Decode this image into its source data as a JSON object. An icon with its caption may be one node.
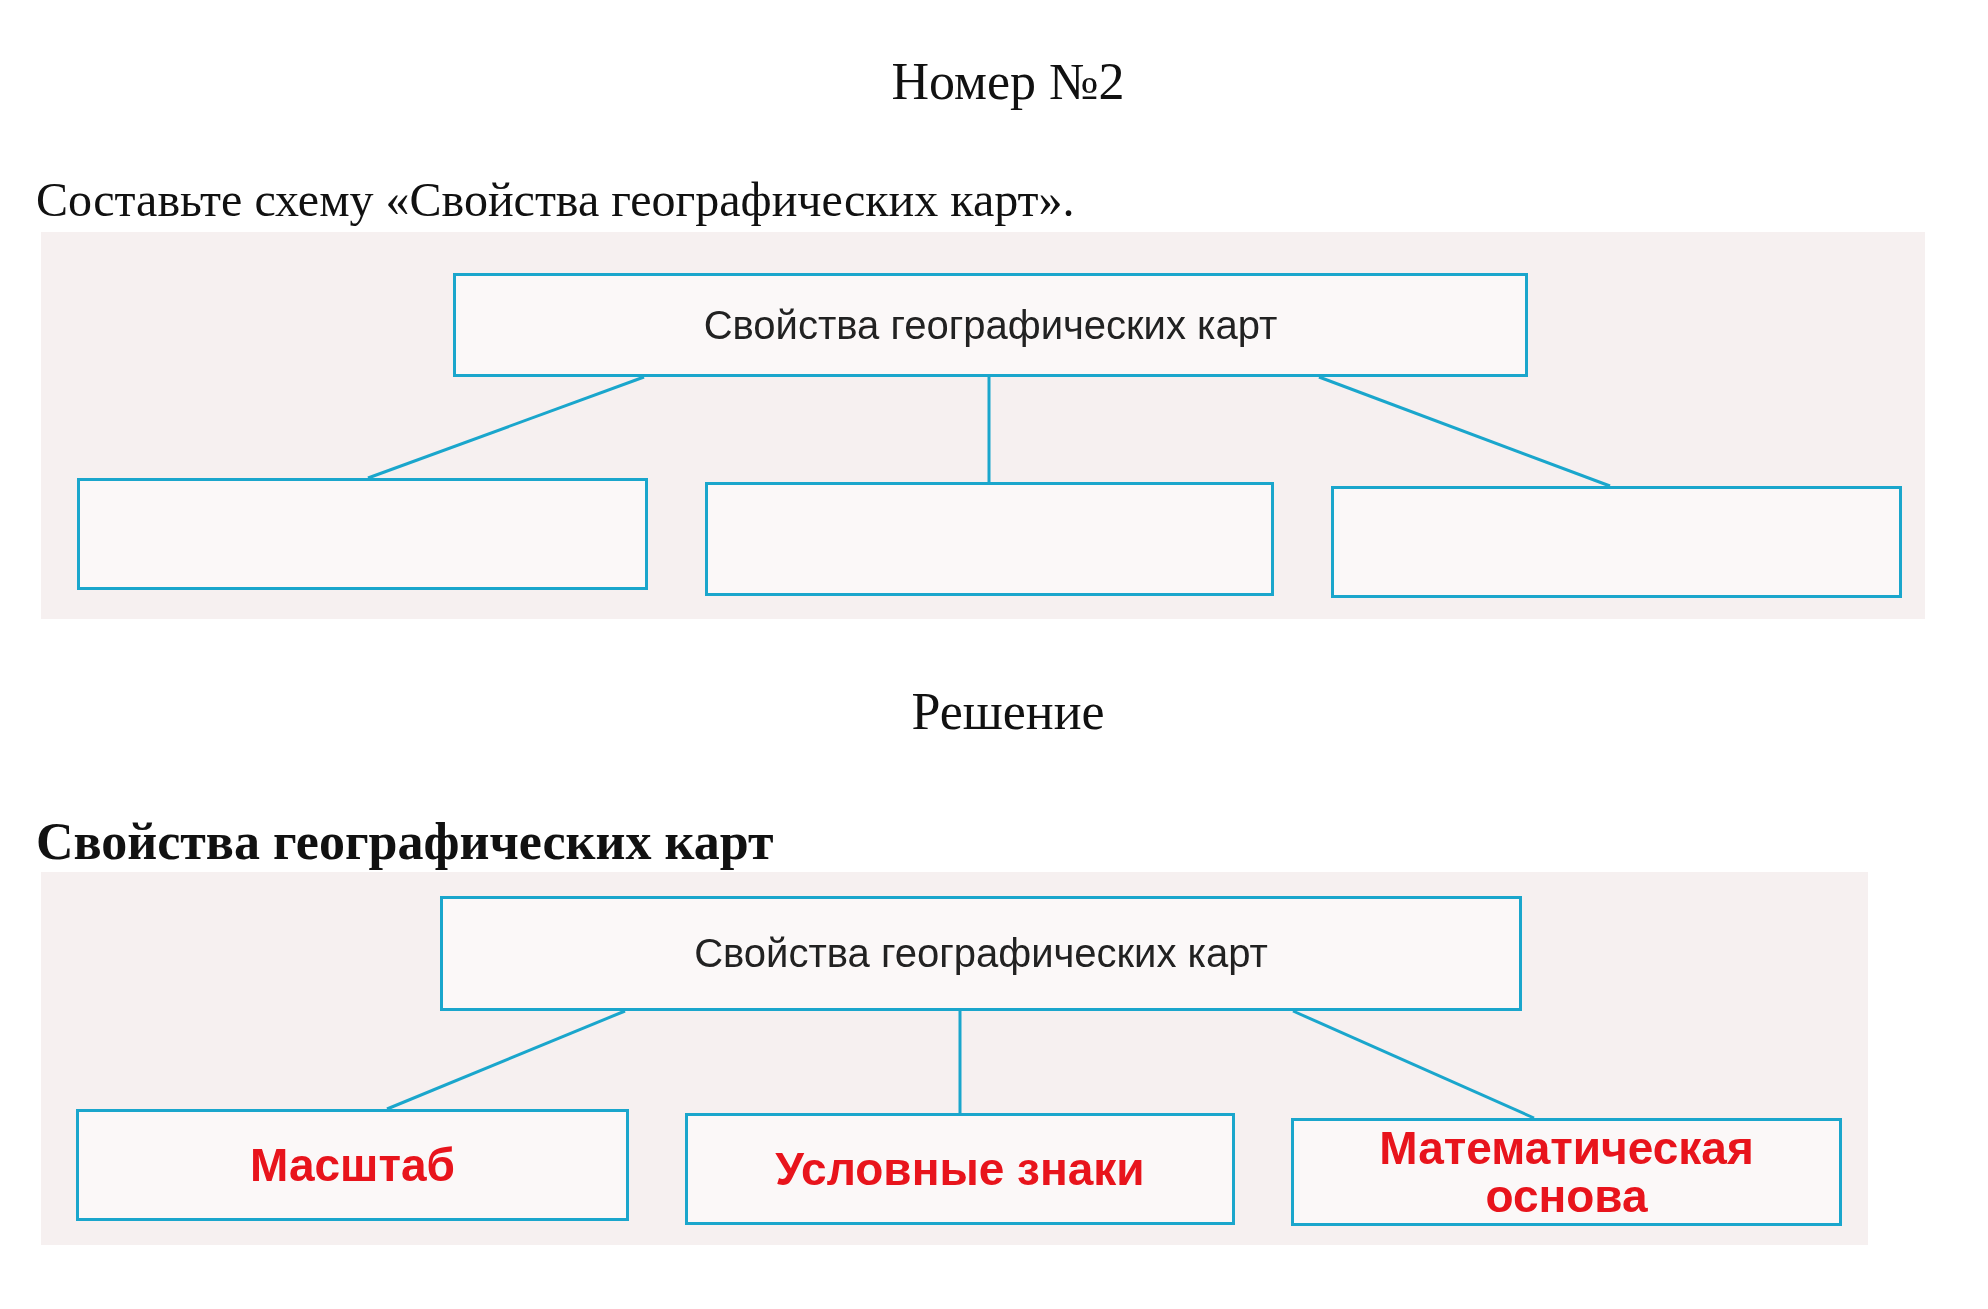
{
  "diagram": {
    "title": "Номер №2",
    "nodes": [
      {
        "text": [
          "Свойства географических карт"
        ]
      },
      {
        "text": [],
        "shape": "box"
      },
      {
        "text": [],
        "shape": "box"
      },
      {
        "text": [],
        "shape": "box"
      },
      {
        "text": [
          "Свойства географических карт"
        ]
      },
      {
        "text": [
          "Масштаб"
        ]
      },
      {
        "text": [
          "Условные знаки"
        ]
      },
      {
        "text": [
          "Математическая основа"
        ]
      }
    ],
    "edges": [
      {
        "from": 0,
        "to": 1,
        "arrow": "none"
      },
      {
        "from": 0,
        "to": 2,
        "arrow": "none"
      },
      {
        "from": 0,
        "to": 3,
        "arrow": "none"
      },
      {
        "from": 4,
        "to": 5,
        "arrow": "none"
      },
      {
        "from": 4,
        "to": 6,
        "arrow": "none"
      },
      {
        "from": 4,
        "to": 7,
        "arrow": "none"
      }
    ],
    "labels": [
      "Составьте схему «Свойства географических карт».",
      "Решение",
      "Свойства географических карт"
    ]
  }
}
